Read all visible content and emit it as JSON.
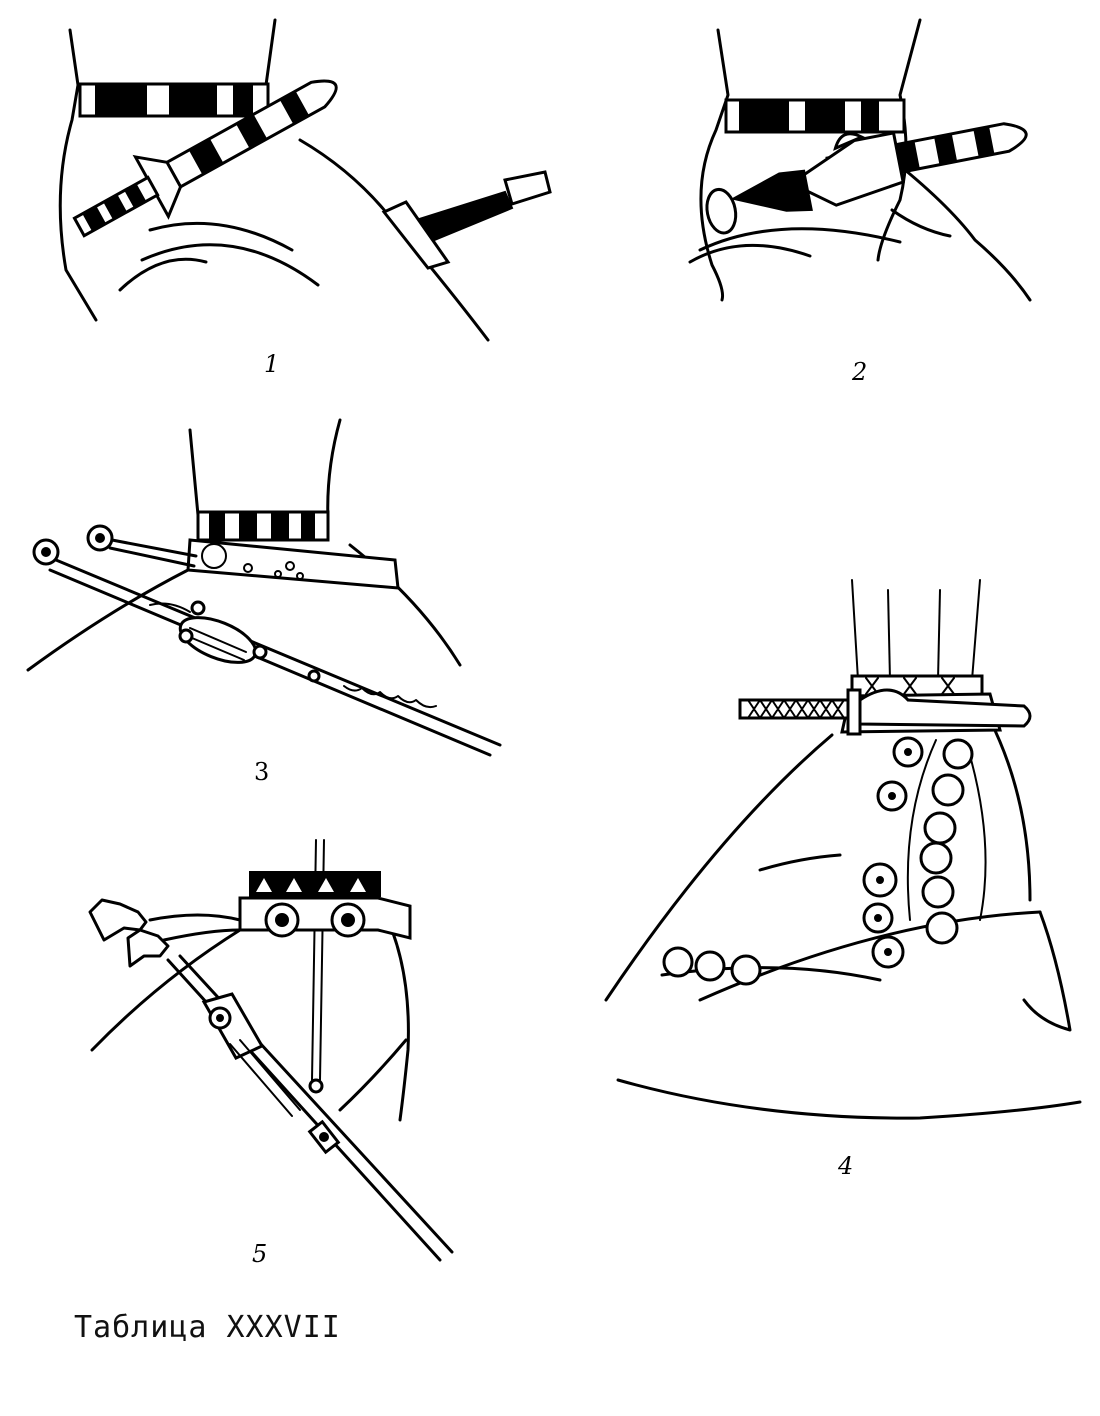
{
  "figures": [
    {
      "number": "1"
    },
    {
      "number": "2"
    },
    {
      "number": "3"
    },
    {
      "number": "4"
    },
    {
      "number": "5"
    }
  ],
  "caption": "Таблица XXXVII"
}
